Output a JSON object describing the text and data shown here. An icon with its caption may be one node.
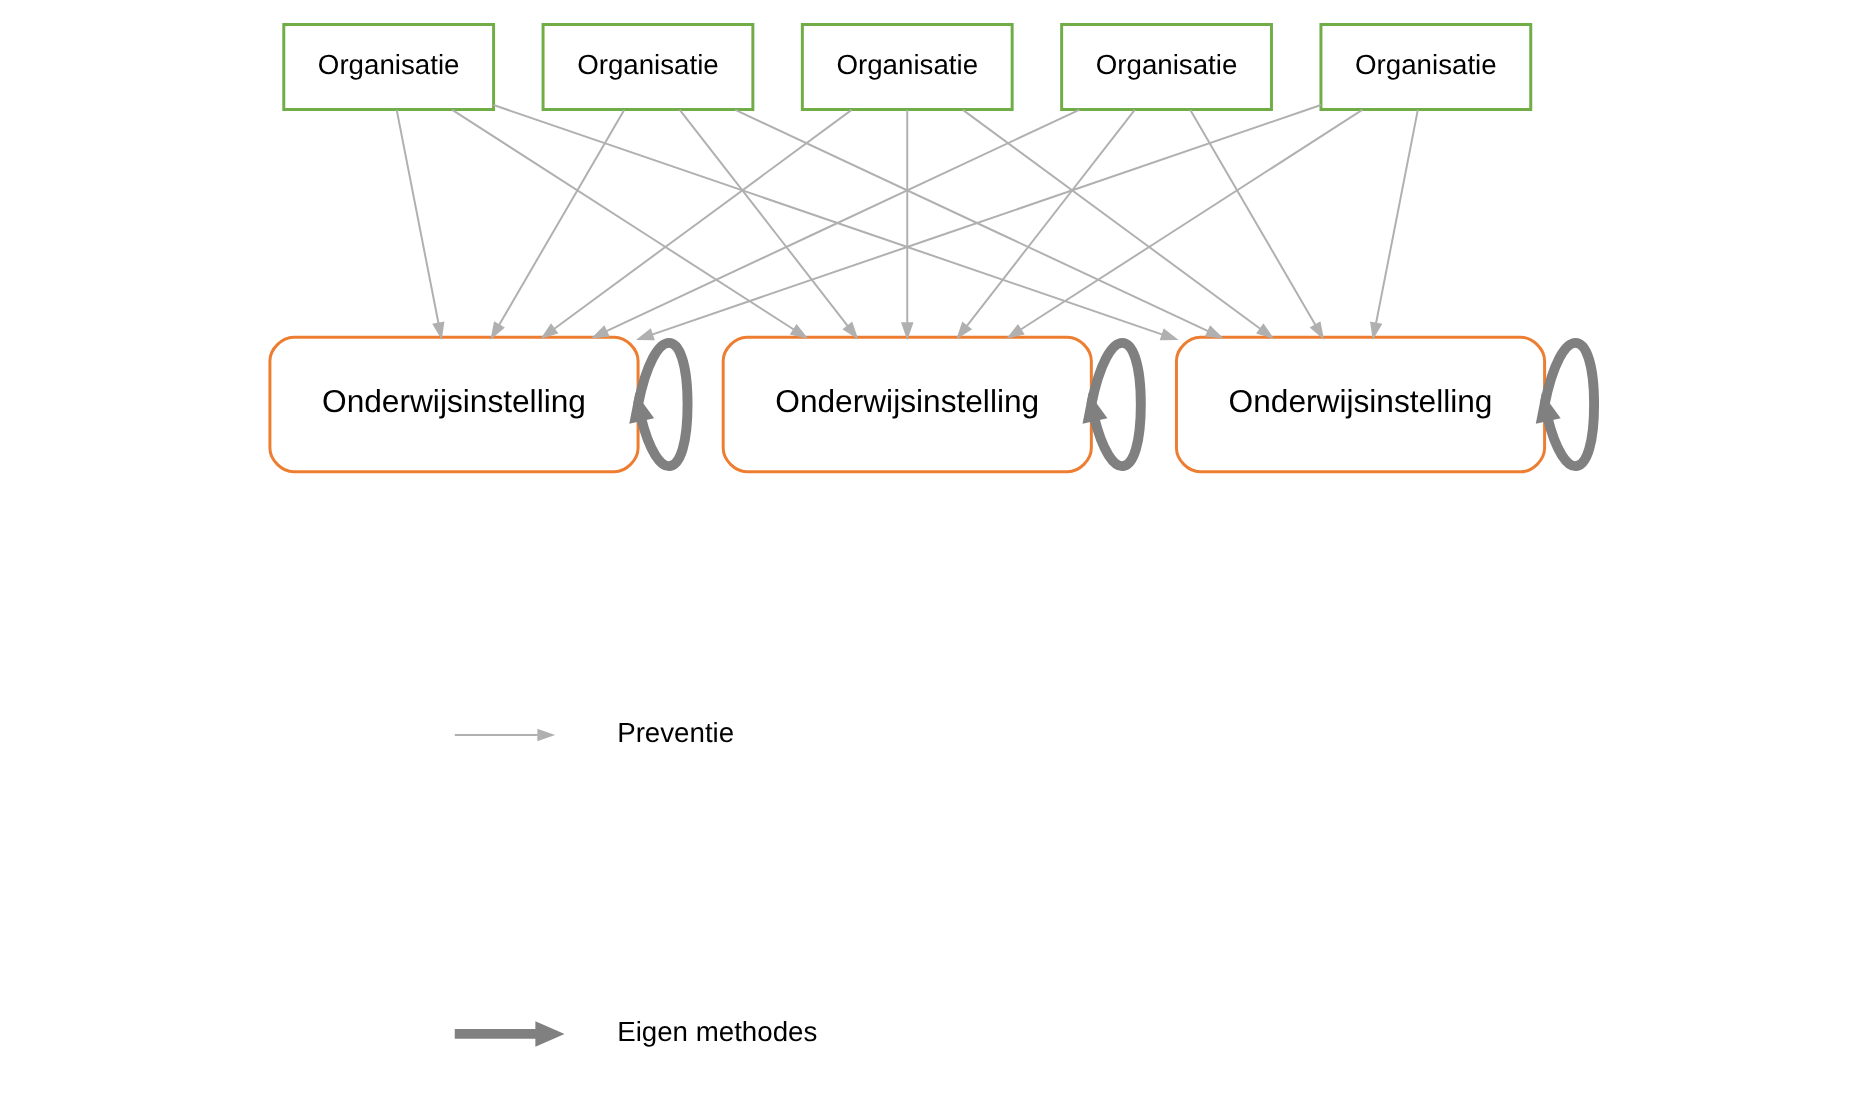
{
  "diagram": {
    "nodes": [
      {
        "text": [
          "Organisatie"
        ]
      },
      {
        "text": [
          "Organisatie"
        ]
      },
      {
        "text": [
          "Organisatie"
        ]
      },
      {
        "text": [
          "Organisatie"
        ]
      },
      {
        "text": [
          "Organisatie"
        ]
      },
      {
        "text": [
          "Onderwijsinstelling"
        ]
      },
      {
        "text": [
          "Onderwijsinstelling"
        ]
      },
      {
        "text": [
          "Onderwijsinstelling"
        ]
      }
    ],
    "edges": [
      {
        "from": 0,
        "to": 5,
        "arrow": "to"
      },
      {
        "from": 0,
        "to": 6,
        "arrow": "to"
      },
      {
        "from": 0,
        "to": 7,
        "arrow": "to"
      },
      {
        "from": 1,
        "to": 5,
        "arrow": "to"
      },
      {
        "from": 1,
        "to": 6,
        "arrow": "to"
      },
      {
        "from": 1,
        "to": 7,
        "arrow": "to"
      },
      {
        "from": 2,
        "to": 5,
        "arrow": "to"
      },
      {
        "from": 2,
        "to": 6,
        "arrow": "to"
      },
      {
        "from": 2,
        "to": 7,
        "arrow": "to"
      },
      {
        "from": 3,
        "to": 5,
        "arrow": "to"
      },
      {
        "from": 3,
        "to": 6,
        "arrow": "to"
      },
      {
        "from": 3,
        "to": 7,
        "arrow": "to"
      },
      {
        "from": 4,
        "to": 5,
        "arrow": "to"
      },
      {
        "from": 4,
        "to": 6,
        "arrow": "to"
      },
      {
        "from": 4,
        "to": 7,
        "arrow": "to"
      },
      {
        "from": 5,
        "to": 5,
        "arrow": "to",
        "style": "thick",
        "color": "#808080"
      },
      {
        "from": 6,
        "to": 6,
        "arrow": "to",
        "style": "thick",
        "color": "#808080"
      },
      {
        "from": 7,
        "to": 7,
        "arrow": "to",
        "style": "thick",
        "color": "#808080"
      }
    ],
    "legend": [
      {
        "text": "Preventie"
      },
      {
        "text": "Eigen methodes"
      }
    ]
  }
}
